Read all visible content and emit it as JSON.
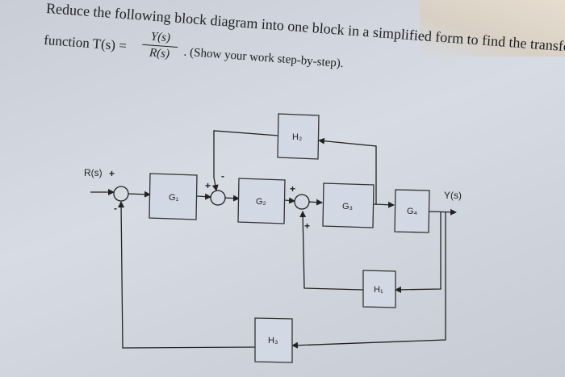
{
  "problem": {
    "line1": "Reduce the following block diagram into one block in a simplified form to find the transfer",
    "prefix": "function T(s) =",
    "tf_numerator": "Y(s)",
    "tf_denominator": "R(s)",
    "instruction": ". (Show your work step-by-step)."
  },
  "diagram": {
    "input_label": "R(s)",
    "output_label": "Y(s)",
    "blocks": {
      "g1": "G₁",
      "g2": "G₂",
      "g3": "G₃",
      "g4": "G₄",
      "h1": "H₁",
      "h2": "H₂",
      "h3": "H₃"
    },
    "signs": {
      "sj1_in": "+",
      "sj1_fb": "-",
      "sj2_in": "+",
      "sj2_fb": "-",
      "sj3_in": "+",
      "sj3_fb": "+"
    }
  }
}
